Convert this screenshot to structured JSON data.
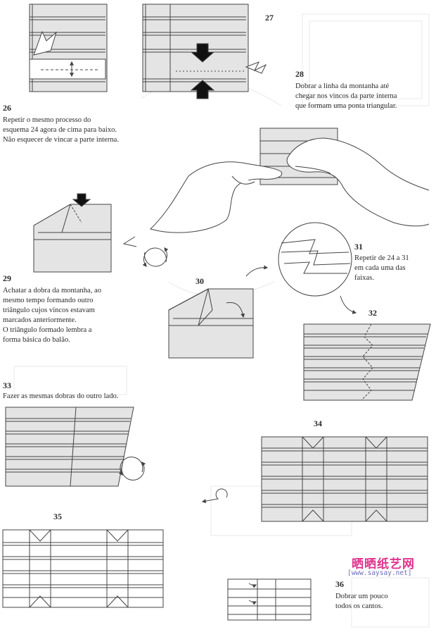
{
  "steps": {
    "s26": {
      "number": "26",
      "lines": [
        "Repetir o mesmo processo do",
        "esquema 24 agora de cima para baixo.",
        "Não esquecer de vincar a parte interna."
      ]
    },
    "s27": {
      "number": "27"
    },
    "s28": {
      "number": "28",
      "lines": [
        "Dobrar a linha da montanha até",
        "chegar nos vincos da parte interna",
        "que formam uma ponta triangular."
      ]
    },
    "s29": {
      "number": "29",
      "lines": [
        "Achatar a dobra da montanha, ao",
        "mesmo tempo formando outro",
        "triângulo cujos vincos estavam",
        "marcados anteriormente.",
        "O triângulo formado lembra a",
        "forma básica do balão."
      ]
    },
    "s30": {
      "number": "30"
    },
    "s31": {
      "number": "31",
      "lines": [
        "Repetir de 24 a 31",
        "em cada uma das",
        "faixas."
      ]
    },
    "s32": {
      "number": "32"
    },
    "s33": {
      "number": "33",
      "lines": [
        "Fazer as mesmas dobras do outro lado."
      ]
    },
    "s34": {
      "number": "34"
    },
    "s35": {
      "number": "35"
    },
    "s36": {
      "number": "36",
      "lines": [
        "Dobrar um pouco",
        "todos os cantos."
      ]
    }
  },
  "watermark": {
    "brand": "晒晒纸艺网",
    "url": "[www.saysay.net]"
  },
  "colors": {
    "paper": "#e4e4e4",
    "line": "#444444",
    "ink": "#2a2a2a",
    "brand": "#e0328c",
    "url": "#6b6bb8"
  }
}
